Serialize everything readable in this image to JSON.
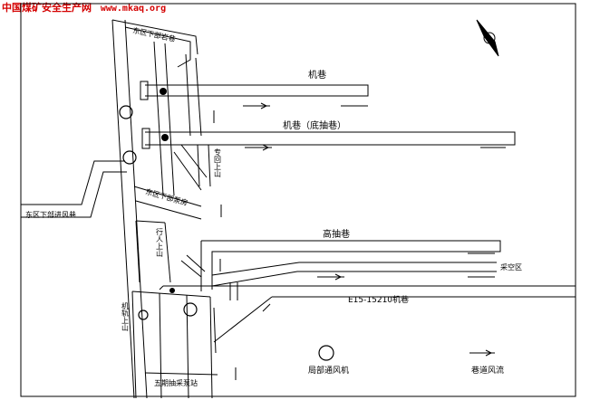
{
  "watermark": {
    "site_name": "中国煤矿安全生产网",
    "url": "www.mkaq.org"
  },
  "labels": {
    "east_lower_rock": "东区下部岩巷",
    "tunnel_top": "机巷",
    "tunnel_mid": "机巷（底抽巷）",
    "shaft_upper_right": "专回上山",
    "east_lower_pump": "东区下部泵房",
    "left_entry": "东区下部进风巷",
    "left_incline": "行人上山",
    "high_drain": "高抽巷",
    "goaf": "采空区",
    "face_entry": "E15-15210机巷",
    "machine_incline": "机轨上山",
    "five_pump": "五期抽采泵站",
    "legend_fan": "局部通风机",
    "legend_flow": "巷道风流"
  },
  "colors": {
    "watermark": "#d40000",
    "line": "#000000",
    "background": "#ffffff"
  }
}
